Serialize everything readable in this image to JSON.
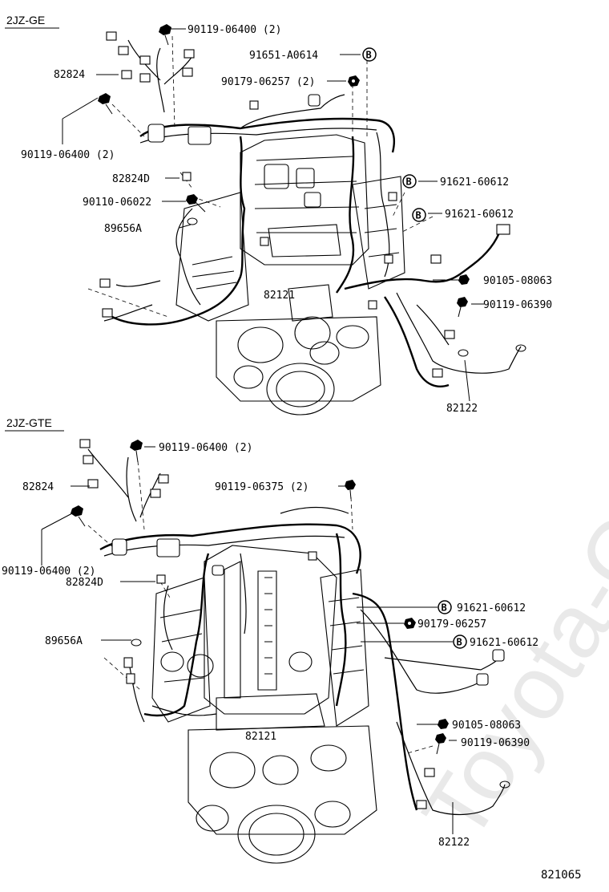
{
  "watermark": "Toyota-Carinfo.ru",
  "reference_number": "821065",
  "sections": [
    {
      "id": "2jz-ge",
      "title": "2JZ-GE",
      "parts": [
        {
          "number": "90119-06400 (2)",
          "icon": "bolt-icon"
        },
        {
          "number": "91651-A0614",
          "icon": "b-circle-icon",
          "badge": "B"
        },
        {
          "number": "82824",
          "icon": "connector-icon"
        },
        {
          "number": "90179-06257 (2)",
          "icon": "nut-icon"
        },
        {
          "number": "90119-06400 (2)",
          "icon": "bolt-icon"
        },
        {
          "number": "82824D",
          "icon": "connector-icon"
        },
        {
          "number": "91621-60612",
          "icon": "b-circle-icon",
          "badge": "B"
        },
        {
          "number": "90110-06022",
          "icon": "bolt-icon"
        },
        {
          "number": "91621-60612",
          "icon": "b-circle-icon",
          "badge": "B"
        },
        {
          "number": "89656A",
          "icon": "clamp-icon"
        },
        {
          "number": "90105-08063",
          "icon": "bolt-icon"
        },
        {
          "number": "82121",
          "icon": "harness-icon"
        },
        {
          "number": "90119-06390",
          "icon": "bolt-icon"
        },
        {
          "number": "82122",
          "icon": "harness-icon"
        }
      ]
    },
    {
      "id": "2jz-gte",
      "title": "2JZ-GTE",
      "parts": [
        {
          "number": "90119-06400 (2)",
          "icon": "bolt-icon"
        },
        {
          "number": "82824",
          "icon": "connector-icon"
        },
        {
          "number": "90119-06375 (2)",
          "icon": "bolt-icon"
        },
        {
          "number": "90119-06400 (2)",
          "icon": "bolt-icon"
        },
        {
          "number": "82824D",
          "icon": "connector-icon"
        },
        {
          "number": "91621-60612",
          "icon": "b-circle-icon",
          "badge": "B"
        },
        {
          "number": "90179-06257",
          "icon": "nut-icon"
        },
        {
          "number": "89656A",
          "icon": "clamp-icon"
        },
        {
          "number": "91621-60612",
          "icon": "b-circle-icon",
          "badge": "B"
        },
        {
          "number": "90105-08063",
          "icon": "bolt-icon"
        },
        {
          "number": "90119-06390",
          "icon": "bolt-icon"
        },
        {
          "number": "82121",
          "icon": "harness-icon"
        },
        {
          "number": "82122",
          "icon": "harness-icon"
        }
      ]
    }
  ]
}
